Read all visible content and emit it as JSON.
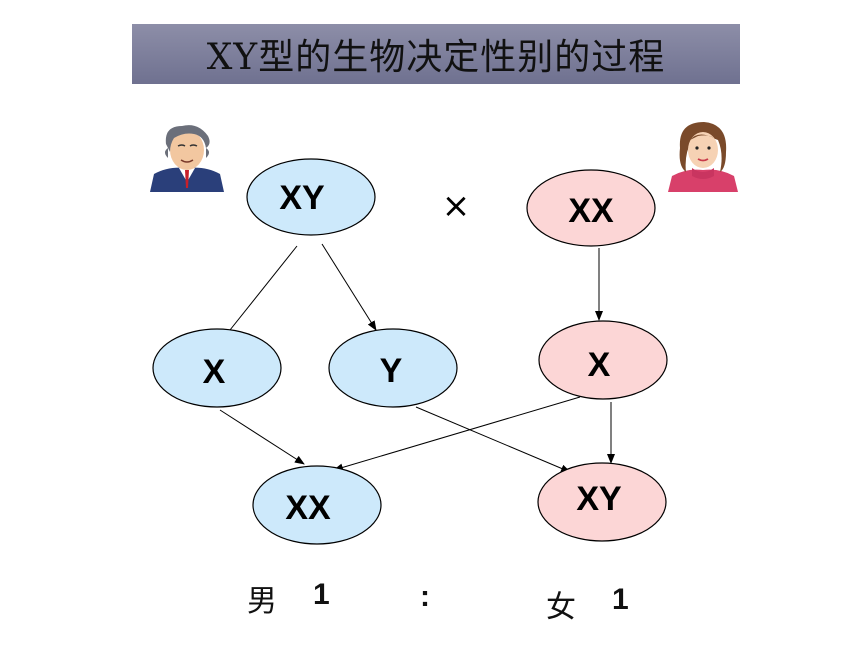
{
  "title": "XY型的生物决定性别的过程",
  "colors": {
    "male_node": "#cde9fb",
    "female_node": "#fcd6d6",
    "title_bar": "#7a7b98"
  },
  "icons": {
    "male_parent": "father-portrait-icon",
    "female_parent": "mother-portrait-icon"
  },
  "cross_symbol": "×",
  "parents": {
    "male": "XY",
    "female": "XX"
  },
  "gametes": {
    "male_1": "X",
    "male_2": "Y",
    "female_1": "X"
  },
  "offspring": {
    "daughter": "XX",
    "son": "XY"
  },
  "ratio": {
    "male_label": "男",
    "male_value": "1",
    "separator": ":",
    "female_label": "女",
    "female_value": "1"
  }
}
